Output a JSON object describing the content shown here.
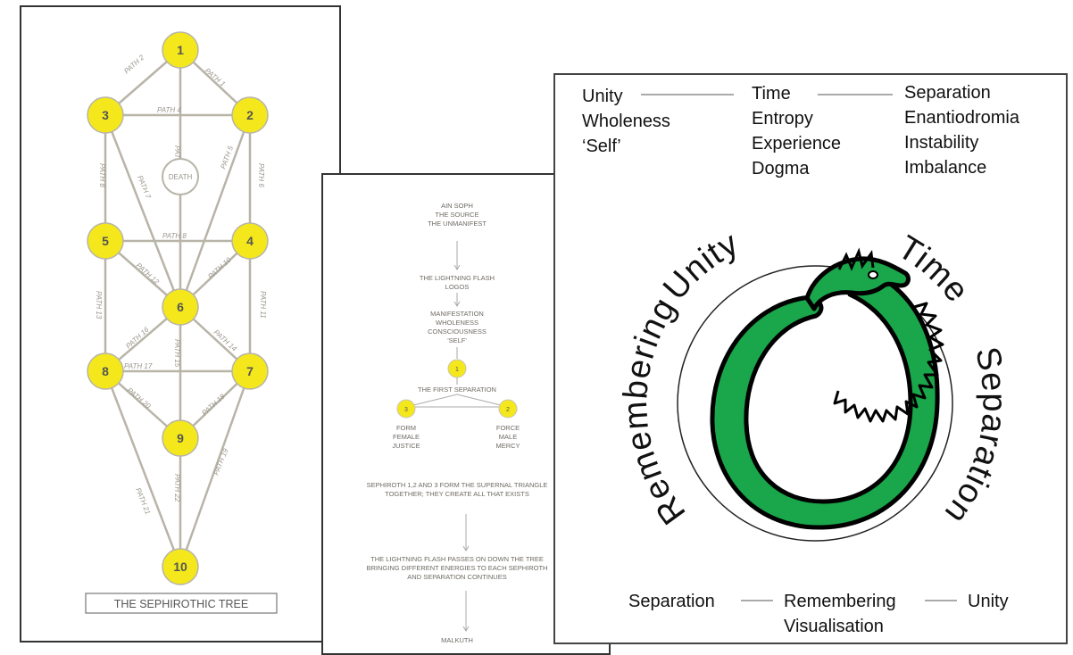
{
  "tree": {
    "nodes": {
      "n1": "1",
      "n2": "2",
      "n3": "3",
      "n4": "4",
      "n5": "5",
      "n6": "6",
      "n7": "7",
      "n8": "8",
      "n9": "9",
      "n10": "10",
      "death": "DEATH"
    },
    "paths": {
      "p1": "PATH 1",
      "p2": "PATH 2",
      "p3": "PATH 3",
      "p4": "PATH 4",
      "p5": "PATH 5",
      "p6": "PATH 6",
      "p7": "PATH 7",
      "p8": "PATH 8",
      "p9": "PATH 8",
      "p10": "PATH 10",
      "p11": "PATH 11",
      "p12": "PATH 12",
      "p13": "PATH 13",
      "p14": "PATH 14",
      "p15": "PATH 15",
      "p16": "PATH 16",
      "p17": "PATH 17",
      "p18": "PATH 18",
      "p19": "PATH 19",
      "p20": "PATH 20",
      "p21": "PATH 21",
      "p22": "PATH 22"
    },
    "caption": "THE SEPHIROTHIC TREE"
  },
  "flow": {
    "ain1": "AIN SOPH",
    "ain2": "THE SOURCE",
    "ain3": "THE UNMANIFEST",
    "flash1": "THE LIGHTNING FLASH",
    "flash2": "LOGOS",
    "man1": "MANIFESTATION",
    "man2": "WHOLENESS",
    "man3": "CONSCIOUSNESS",
    "man4": "'SELF'",
    "node1": "1",
    "first_sep": "THE FIRST SEPARATION",
    "node3": "3",
    "node2": "2",
    "left1": "FORM",
    "left2": "FEMALE",
    "left3": "JUSTICE",
    "right1": "FORCE",
    "right2": "MALE",
    "right3": "MERCY",
    "tri1": "SEPHIROTH 1,2 AND 3 FORM THE SUPERNAL TRIANGLE",
    "tri2": "TOGETHER; THEY CREATE ALL THAT EXISTS",
    "pass1": "THE LIGHTNING FLASH PASSES ON DOWN THE TREE",
    "pass2": "BRINGING DIFFERENT ENERGIES TO EACH SEPHIROTH",
    "pass3": "AND SEPARATION CONTINUES",
    "malkuth": "MALKUTH"
  },
  "ouroboros": {
    "top": {
      "col1": [
        "Unity",
        "Wholeness",
        "‘Self’"
      ],
      "col2": [
        "Time",
        "Entropy",
        "Experience",
        "Dogma"
      ],
      "col3": [
        "Separation",
        "Enantiodromia",
        "Instability",
        "Imbalance"
      ]
    },
    "ring": {
      "unity": "Unity",
      "time": "Time",
      "separation": "Separation",
      "remembering": "Remembering"
    },
    "bottom": {
      "left": "Separation",
      "mid": "Remembering",
      "right": "Unity",
      "sub": "Visualisation"
    },
    "colors": {
      "serpent": "#1aa64a",
      "outline": "#000000"
    }
  },
  "colors": {
    "node_fill": "#f4e81c",
    "node_stroke": "#b8b4a8",
    "path_line": "#b8b4a8",
    "connector": "#aaaaaa"
  }
}
